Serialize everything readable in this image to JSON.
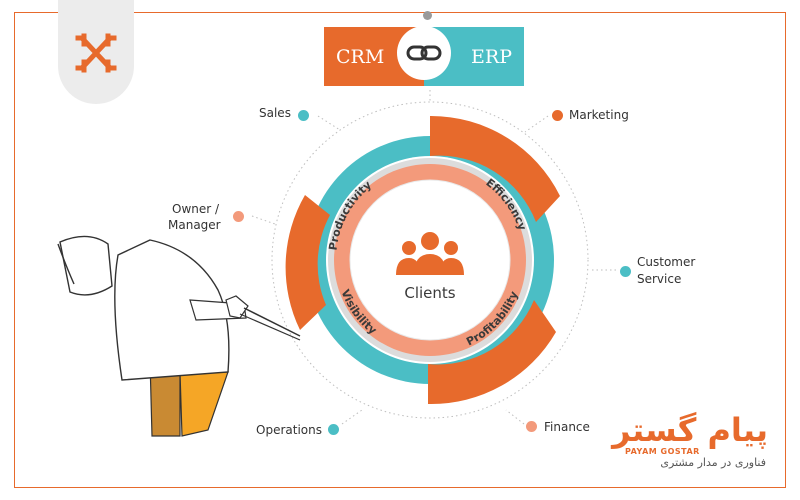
{
  "header": {
    "crm_label": "CRM",
    "erp_label": "ERP"
  },
  "wheel": {
    "center_label": "Clients",
    "inner_words": [
      "Productivity",
      "Efficiency",
      "Profitability",
      "Visibility"
    ]
  },
  "nodes": {
    "sales": "Sales",
    "marketing": "Marketing",
    "owner_line1": "Owner /",
    "owner_line2": "Manager",
    "customer_line1": "Customer",
    "customer_line2": "Service",
    "operations": "Operations",
    "finance": "Finance"
  },
  "brand": {
    "name_fa": "پیام گستر",
    "name_en": "PAYAM GOSTAR",
    "tagline_fa": "فناوری در مدار مشتری"
  },
  "icons": [
    "brand-logo-icon",
    "chain-link-icon",
    "people-group-icon",
    "pulling-man-illustration"
  ],
  "colors": {
    "orange": "#e76a2c",
    "teal": "#4bbec5",
    "salmon": "#f39a7b",
    "gray": "#ececec"
  }
}
